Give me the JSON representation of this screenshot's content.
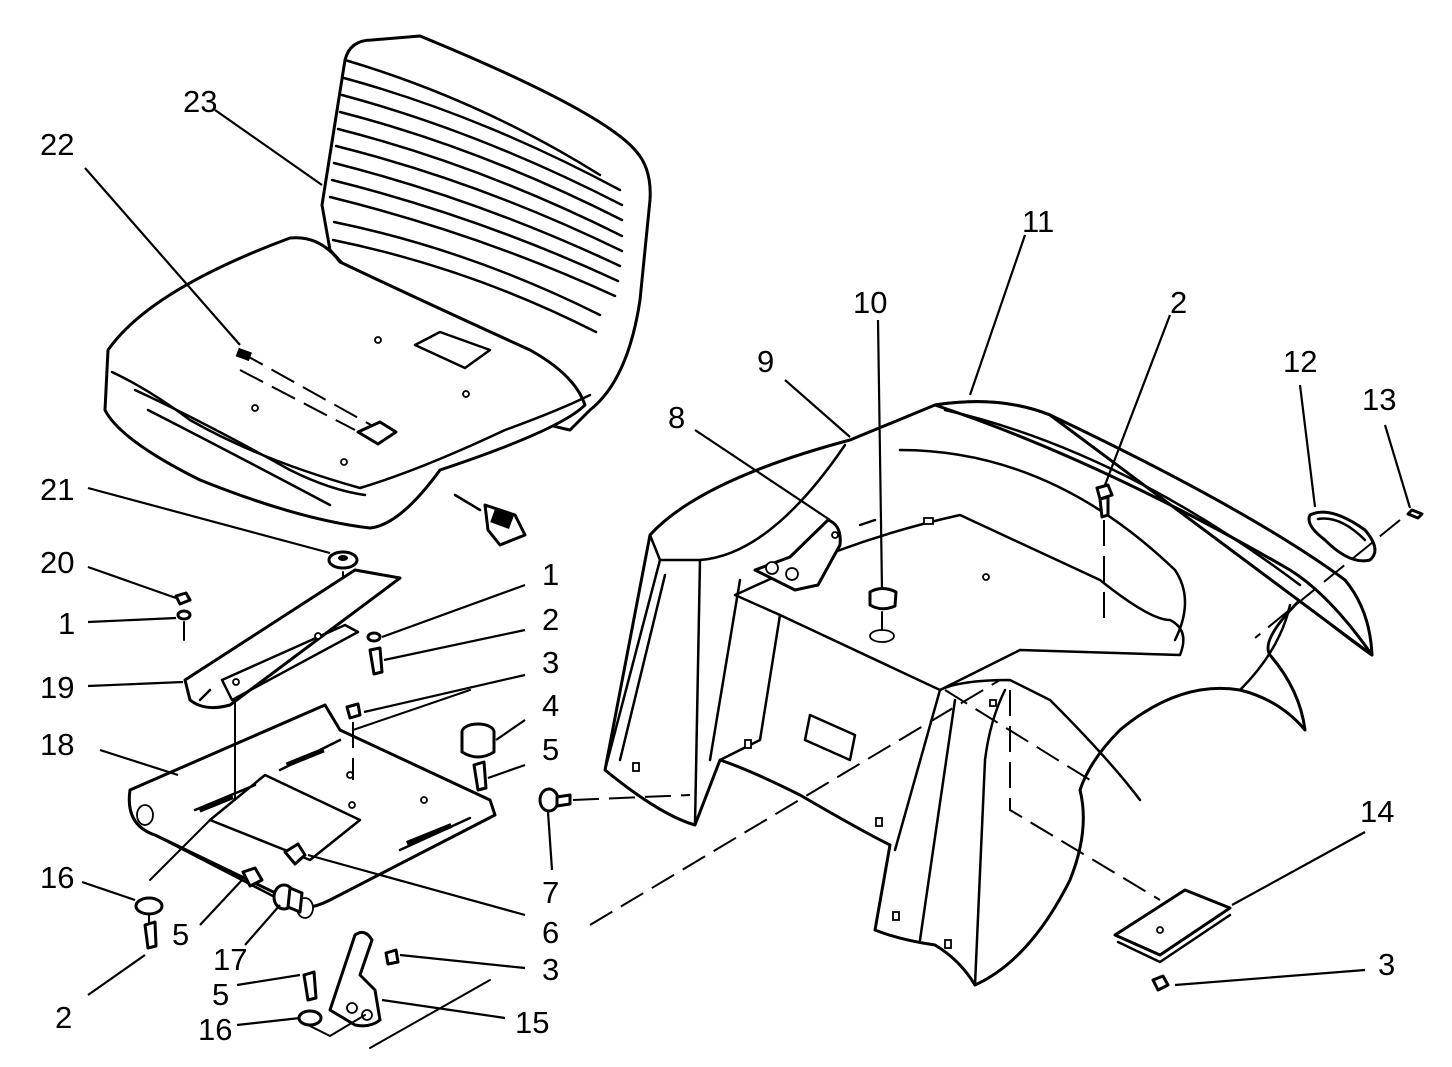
{
  "callouts": [
    {
      "id": "c23",
      "text": "23"
    },
    {
      "id": "c22",
      "text": "22"
    },
    {
      "id": "c21",
      "text": "21"
    },
    {
      "id": "c20",
      "text": "20"
    },
    {
      "id": "c1a",
      "text": "1"
    },
    {
      "id": "c19",
      "text": "19"
    },
    {
      "id": "c18",
      "text": "18"
    },
    {
      "id": "c16a",
      "text": "16"
    },
    {
      "id": "c2a",
      "text": "2"
    },
    {
      "id": "c5a",
      "text": "5"
    },
    {
      "id": "c17",
      "text": "17"
    },
    {
      "id": "c5b",
      "text": "5"
    },
    {
      "id": "c16b",
      "text": "16"
    },
    {
      "id": "c1b",
      "text": "1"
    },
    {
      "id": "c2b",
      "text": "2"
    },
    {
      "id": "c3a",
      "text": "3"
    },
    {
      "id": "c4",
      "text": "4"
    },
    {
      "id": "c5c",
      "text": "5"
    },
    {
      "id": "c7",
      "text": "7"
    },
    {
      "id": "c6",
      "text": "6"
    },
    {
      "id": "c3b",
      "text": "3"
    },
    {
      "id": "c15",
      "text": "15"
    },
    {
      "id": "c8",
      "text": "8"
    },
    {
      "id": "c9",
      "text": "9"
    },
    {
      "id": "c10",
      "text": "10"
    },
    {
      "id": "c11",
      "text": "11"
    },
    {
      "id": "c2c",
      "text": "2"
    },
    {
      "id": "c12",
      "text": "12"
    },
    {
      "id": "c13",
      "text": "13"
    },
    {
      "id": "c14",
      "text": "14"
    },
    {
      "id": "c3c",
      "text": "3"
    }
  ]
}
